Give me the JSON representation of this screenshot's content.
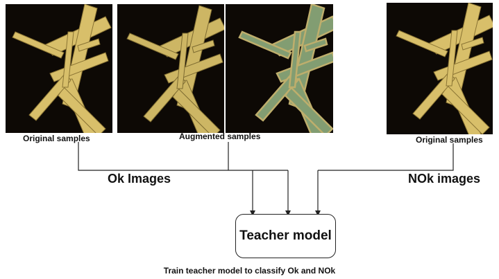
{
  "images": {
    "ok_original_caption": "Original samples",
    "augmented_caption": "Augmented samples",
    "nok_original_caption": "Original samples"
  },
  "labels": {
    "ok_images": "Ok Images",
    "nok_images": "NOk images"
  },
  "model": {
    "title": "Teacher model"
  },
  "footer": {
    "caption": "Train teacher model to classify Ok and NOk"
  },
  "colors": {
    "sample_background": "#0d0905",
    "crystal_gold": "#d8bf6a",
    "crystal_augmented": "#8fae7e",
    "stroke": "#222222"
  }
}
